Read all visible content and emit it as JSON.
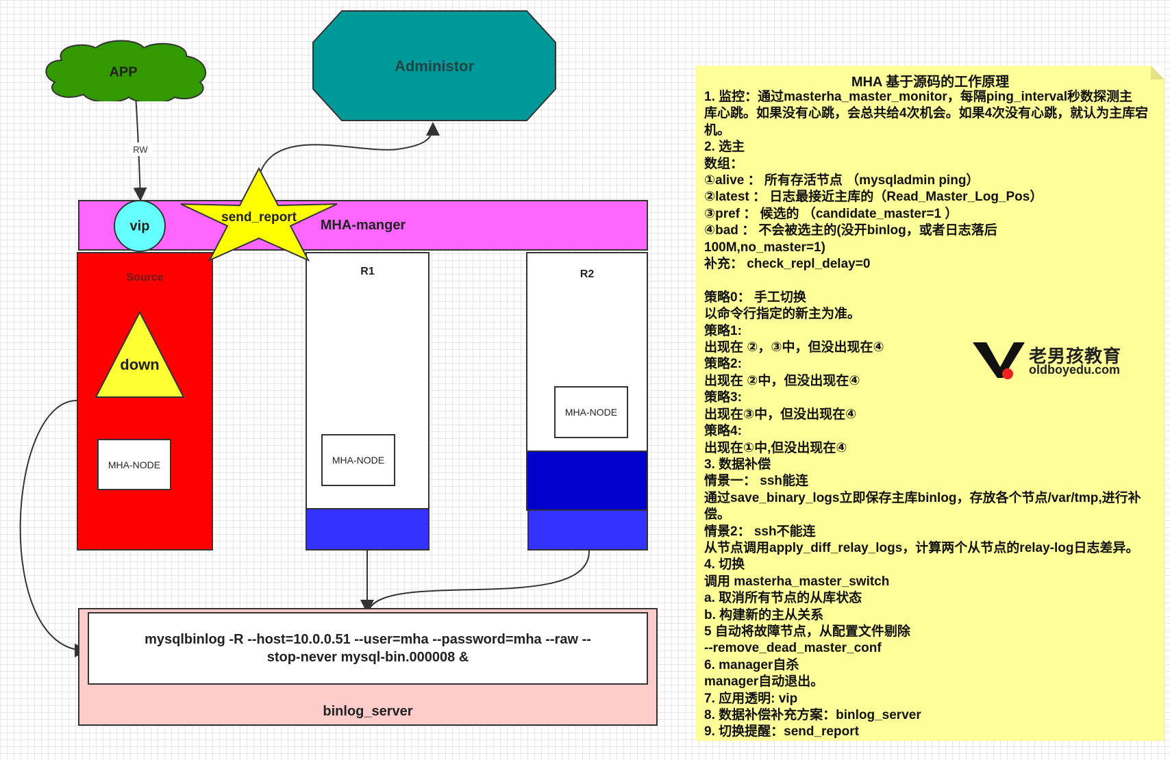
{
  "diagram": {
    "app": {
      "label": "APP",
      "edge_label": "RW",
      "fill": "#339900"
    },
    "admin": {
      "label": "Administor",
      "fill": "#009999"
    },
    "vip": {
      "label": "vip",
      "fill": "#66ffff"
    },
    "send_report": {
      "label": "send_report",
      "fill": "#ffff00"
    },
    "manager": {
      "label": "MHA-manger",
      "fill": "#ff66ff"
    },
    "source": {
      "label": "Source",
      "fill": "#ff0000",
      "down_label": "down",
      "node_label": "MHA-NODE"
    },
    "r1": {
      "label": "R1",
      "node_label": "MHA-NODE",
      "fill_log": "#3333ff"
    },
    "r2": {
      "label": "R2",
      "node_label": "MHA-NODE",
      "fill_relay": "#0000cc",
      "fill_log": "#3333ff"
    },
    "binlog_server": {
      "command_line1": "mysqlbinlog  -R --host=10.0.0.51 --user=mha --password=mha --raw  --",
      "command_line2": "stop-never mysql-bin.000008 &",
      "label": "binlog_server",
      "fill": "#ffcccc"
    }
  },
  "notes": {
    "fill": "#ffff99",
    "title": "MHA 基于源码的工作原理",
    "lines": [
      "1. 监控：通过masterha_master_monitor，每隔ping_interval秒数探测主",
      "库心跳。如果没有心跳，会总共给4次机会。如果4次没有心跳，就认为主库宕",
      "机。",
      "2. 选主",
      "数组：",
      "①alive          ：  所有存活节点   （mysqladmin ping）",
      "②latest         ：  日志最接近主库的（Read_Master_Log_Pos）",
      "③pref           ：  候选的 （candidate_master=1 ）",
      "④bad            ：  不会被选主的(没开binlog，或者日志落后",
      "100M,no_master=1)",
      "补充：  check_repl_delay=0",
      "",
      "策略0：  手工切换",
      "以命令行指定的新主为准。",
      "策略1:",
      "出现在 ②，③中，但没出现在④",
      "策略2:",
      "出现在 ②中，但没出现在④",
      "策略3:",
      "出现在③中，但没出现在④",
      "策略4:",
      "出现在①中,但没出现在④",
      "3. 数据补偿",
      "情景一：  ssh能连",
      "通过save_binary_logs立即保存主库binlog，存放各个节点/var/tmp,进行补",
      "偿。",
      "情景2：  ssh不能连",
      "从节点调用apply_diff_relay_logs，计算两个从节点的relay-log日志差异。",
      "4. 切换",
      "调用 masterha_master_switch",
      "a. 取消所有节点的从库状态",
      "b. 构建新的主从关系",
      "5 自动将故障节点，从配置文件剔除",
      "--remove_dead_master_conf",
      "6. manager自杀",
      "manager自动退出。",
      "7. 应用透明: vip",
      "8. 数据补偿补充方案：binlog_server",
      "9. 切换提醒：send_report"
    ]
  },
  "logo": {
    "cn": "老男孩教育",
    "en": "oldboyedu.com",
    "dot_color": "#ee2222"
  }
}
